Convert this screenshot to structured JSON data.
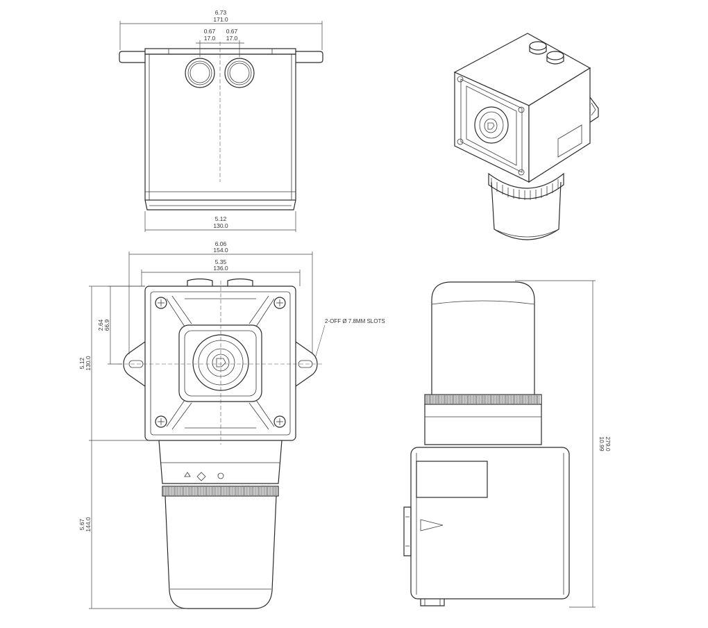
{
  "colors": {
    "line": "#2a2a2a",
    "background": "#ffffff"
  },
  "dimensions": {
    "top_width": {
      "inch": "6.73",
      "mm": "171.0"
    },
    "top_gland_left": {
      "inch": "0.67",
      "mm": "17.0"
    },
    "top_gland_right": {
      "inch": "0.67",
      "mm": "17.0"
    },
    "top_base": {
      "inch": "5.12",
      "mm": "130.0"
    },
    "front_slot_span": {
      "inch": "6.06",
      "mm": "154.0"
    },
    "front_fixing_centres": {
      "inch": "5.35",
      "mm": "136.0"
    },
    "front_half_height": {
      "inch": "2.64",
      "mm": "66.9"
    },
    "front_box_height": {
      "inch": "5.12",
      "mm": "130.0"
    },
    "front_beacon_height": {
      "inch": "5.67",
      "mm": "144.0"
    },
    "side_total_height": {
      "inch": "10.99",
      "mm": "279.0"
    }
  },
  "notes": {
    "slots": "2-OFF Ø 7.8MM SLOTS"
  }
}
